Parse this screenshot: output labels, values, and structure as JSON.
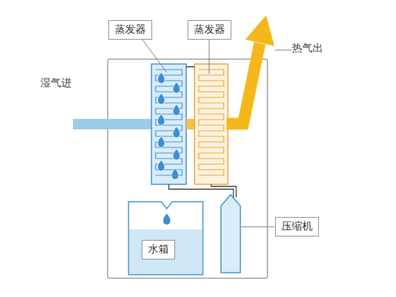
{
  "diagram": {
    "nodes": [
      {
        "text": [
          "蒸发器"
        ]
      },
      {
        "text": [
          "蒸发器"
        ]
      },
      {
        "text": [
          "压缩机"
        ]
      },
      {
        "text": [
          "水箱"
        ]
      }
    ],
    "labels": [
      "热气出",
      "湿气进"
    ]
  }
}
